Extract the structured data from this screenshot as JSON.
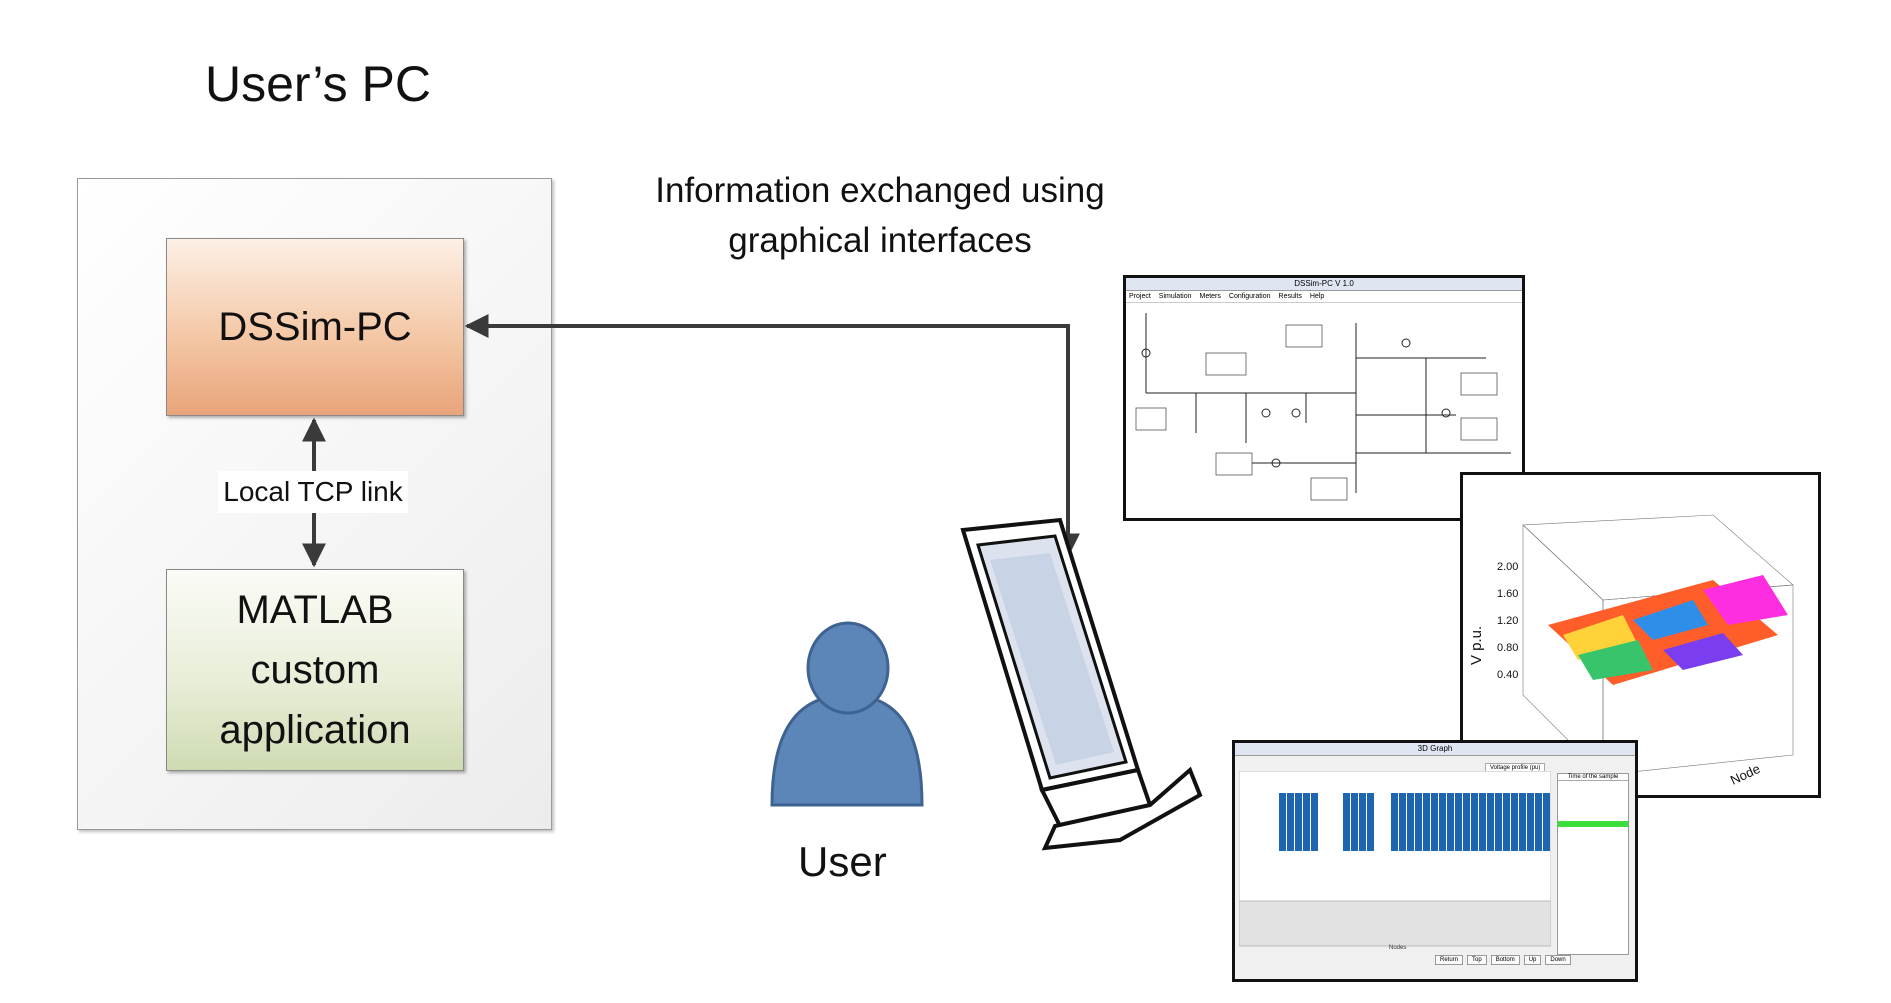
{
  "pc_title": "User’s PC",
  "dssim_label": "DSSim-PC",
  "matlab_label_lines": [
    "MATLAB",
    "custom",
    "application"
  ],
  "tcp_label": "Local TCP link",
  "info_label_lines": [
    "Information exchanged using",
    "graphical interfaces"
  ],
  "user_label": "User",
  "screens": {
    "diagram_title": "DSSim-PC V 1.0",
    "diagram_menu": [
      "Project",
      "Simulation",
      "Meters",
      "Configuration",
      "Results",
      "Help"
    ],
    "surface_ylabel": "V p.u.",
    "surface_ticks": [
      "2.00",
      "1.60",
      "1.20",
      "0.80",
      "0.40"
    ],
    "surface_xlabel": "Node",
    "bar_title": "3D Graph",
    "bar_selector": "Voltage profile (pu)",
    "bar_time_header": "Time of the sample",
    "bar_buttons": [
      "Return",
      "Top",
      "Bottom",
      "Up",
      "Down"
    ],
    "bar_xlabel": "Nodes"
  },
  "colors": {
    "dssim_fill": "#f4c8a6",
    "matlab_fill": "#e8eed8",
    "arrow": "#3a3a3a",
    "user_icon": "#5b86b7",
    "bar_fill": "#1f66b0"
  }
}
